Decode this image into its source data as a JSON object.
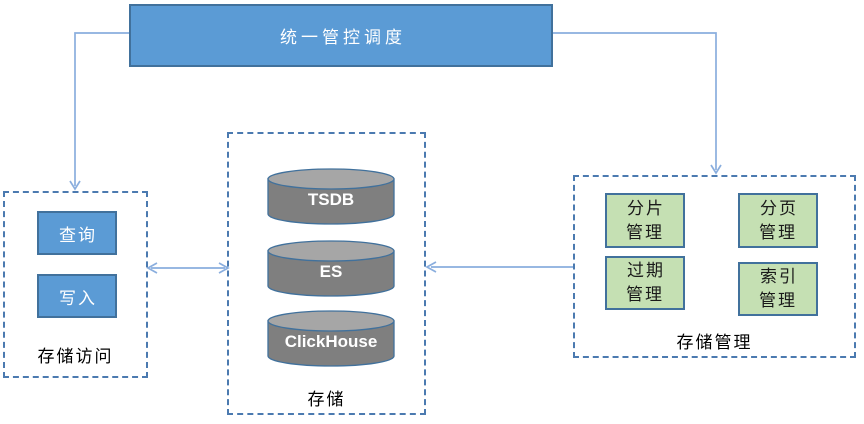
{
  "colors": {
    "canvas_bg": "#ffffff",
    "blue_fill": "#5b9bd5",
    "blue_border": "#41719c",
    "box_text": "#ffffff",
    "green_fill": "#c5e0b3",
    "green_border": "#41719c",
    "green_text": "#1a1a1a",
    "cylinder_body": "#7f7f7f",
    "cylinder_top": "#a6a6a6",
    "cylinder_border": "#41719c",
    "dashed_border": "#4b7ab0",
    "connector": "#8aaede",
    "label_text": "#000000"
  },
  "diagram": {
    "scheduler": {
      "label": "统一管控调度"
    },
    "storage_access": {
      "label": "存储访问",
      "items": [
        {
          "label": "查询"
        },
        {
          "label": "写入"
        }
      ]
    },
    "storage": {
      "label": "存储",
      "databases": [
        {
          "name": "TSDB"
        },
        {
          "name": "ES"
        },
        {
          "name": "ClickHouse"
        }
      ]
    },
    "storage_management": {
      "label": "存储管理",
      "items": [
        {
          "label": "分片\n管理"
        },
        {
          "label": "分页\n管理"
        },
        {
          "label": "过期\n管理"
        },
        {
          "label": "索引\n管理"
        }
      ]
    }
  }
}
